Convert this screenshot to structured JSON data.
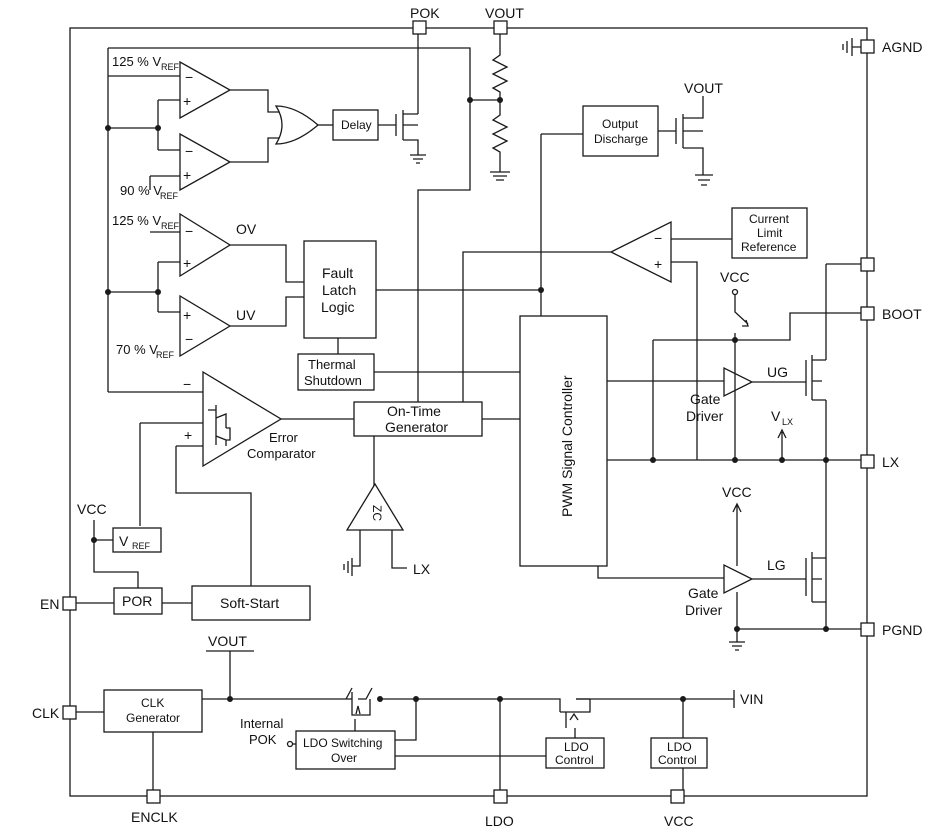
{
  "pins": {
    "pok": "POK",
    "vout": "VOUT",
    "agnd": "AGND",
    "boot": "BOOT",
    "lx": "LX",
    "pgnd": "PGND",
    "en": "EN",
    "clk": "CLK",
    "enclk": "ENCLK",
    "ldo": "LDO",
    "vcc": "VCC"
  },
  "blocks": {
    "delay": "Delay",
    "output_discharge_1": "Output",
    "output_discharge_2": "Discharge",
    "current_limit_1": "Current",
    "current_limit_2": "Limit",
    "current_limit_3": "Reference",
    "fault_1": "Fault",
    "fault_2": "Latch",
    "fault_3": "Logic",
    "thermal_1": "Thermal",
    "thermal_2": "Shutdown",
    "ontime_1": "On-Time",
    "ontime_2": "Generator",
    "pwm": "PWM Signal Controller",
    "vref": "V",
    "vref_sub": "REF",
    "por": "POR",
    "softstart": "Soft-Start",
    "clkgen_1": "CLK",
    "clkgen_2": "Generator",
    "ldo_switch_1": "LDO Switching",
    "ldo_switch_2": "Over",
    "ldo_ctrl_1": "LDO",
    "ldo_ctrl_2": "Control",
    "zc": "ZC"
  },
  "labels": {
    "th125a": "125 % V",
    "th90": "90 % V",
    "th125b": "125 % V",
    "th70": "70 % V",
    "ref_sub": "REF",
    "ov": "OV",
    "uv": "UV",
    "error_1": "Error",
    "error_2": "Comparator",
    "gate_1": "Gate",
    "gate_2": "Driver",
    "ug": "UG",
    "lg": "LG",
    "vlx": "V",
    "vlx_sub": "LX",
    "vcc": "VCC",
    "vout": "VOUT",
    "vin": "VIN",
    "lx": "LX",
    "internal_1": "Internal",
    "internal_2": "POK",
    "minus": "−",
    "plus": "+"
  }
}
